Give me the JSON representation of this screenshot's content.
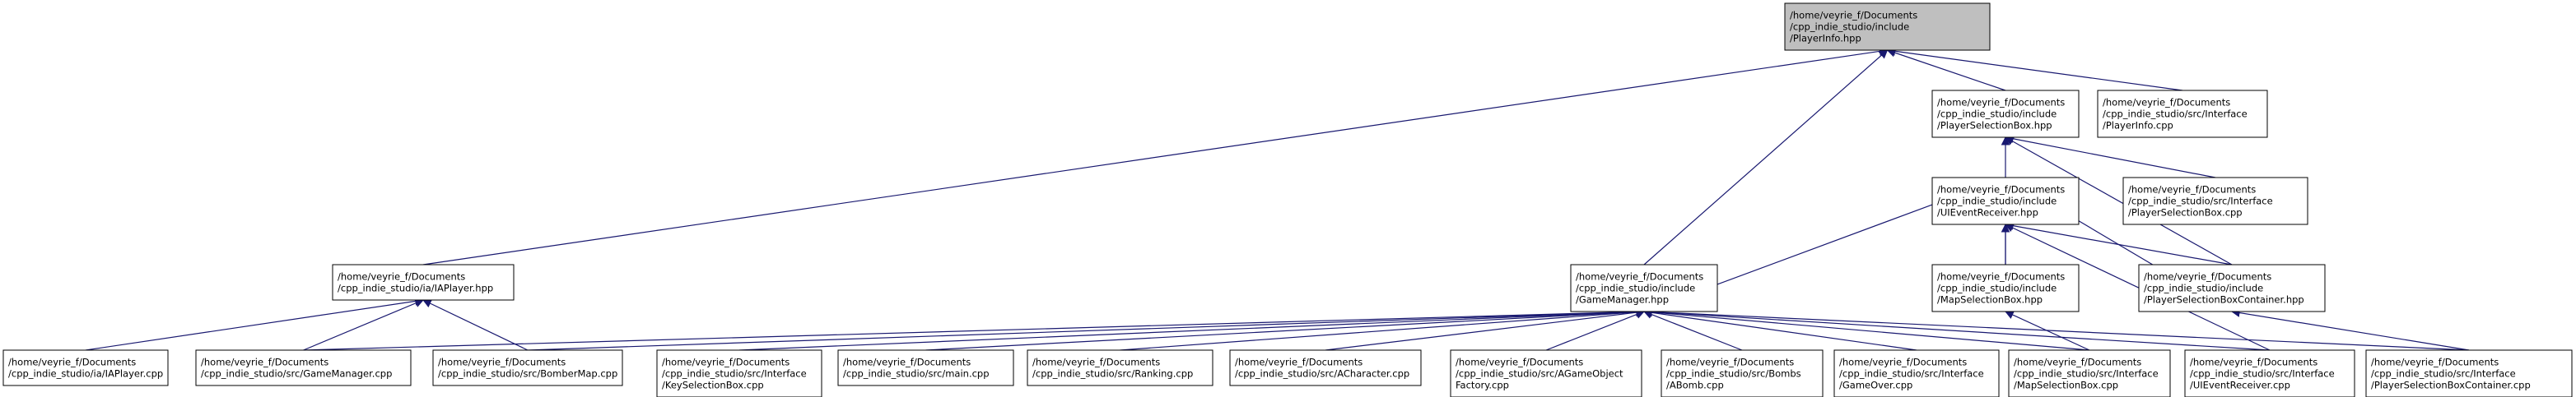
{
  "colors": {
    "root_fill": "#bfbfbf",
    "node_fill": "#ffffff",
    "border": "#000000",
    "edge": "#191970"
  },
  "nodes": [
    {
      "id": "n0",
      "label": [
        "/home/veyrie_f/Documents",
        "/cpp_indie_studio/include",
        "/PlayerInfo.hpp"
      ]
    },
    {
      "id": "n1",
      "label": [
        "/home/veyrie_f/Documents",
        "/cpp_indie_studio/ia/IAPlayer.hpp"
      ]
    },
    {
      "id": "n2",
      "label": [
        "/home/veyrie_f/Documents",
        "/cpp_indie_studio/include",
        "/GameManager.hpp"
      ]
    },
    {
      "id": "n3",
      "label": [
        "/home/veyrie_f/Documents",
        "/cpp_indie_studio/include",
        "/PlayerSelectionBox.hpp"
      ]
    },
    {
      "id": "n4",
      "label": [
        "/home/veyrie_f/Documents",
        "/cpp_indie_studio/src/Interface",
        "/PlayerInfo.cpp"
      ]
    },
    {
      "id": "n5",
      "label": [
        "/home/veyrie_f/Documents",
        "/cpp_indie_studio/include",
        "/UIEventReceiver.hpp"
      ]
    },
    {
      "id": "n6",
      "label": [
        "/home/veyrie_f/Documents",
        "/cpp_indie_studio/src/Interface",
        "/PlayerSelectionBox.cpp"
      ]
    },
    {
      "id": "n7",
      "label": [
        "/home/veyrie_f/Documents",
        "/cpp_indie_studio/include",
        "/MapSelectionBox.hpp"
      ]
    },
    {
      "id": "n8",
      "label": [
        "/home/veyrie_f/Documents",
        "/cpp_indie_studio/include",
        "/PlayerSelectionBoxContainer.hpp"
      ]
    },
    {
      "id": "n9",
      "label": [
        "/home/veyrie_f/Documents",
        "/cpp_indie_studio/ia/IAPlayer.cpp"
      ]
    },
    {
      "id": "n10",
      "label": [
        "/home/veyrie_f/Documents",
        "/cpp_indie_studio/src/GameManager.cpp"
      ]
    },
    {
      "id": "n11",
      "label": [
        "/home/veyrie_f/Documents",
        "/cpp_indie_studio/src/BomberMap.cpp"
      ]
    },
    {
      "id": "n12",
      "label": [
        "/home/veyrie_f/Documents",
        "/cpp_indie_studio/src/Interface",
        "/KeySelectionBox.cpp"
      ]
    },
    {
      "id": "n13",
      "label": [
        "/home/veyrie_f/Documents",
        "/cpp_indie_studio/src/main.cpp"
      ]
    },
    {
      "id": "n14",
      "label": [
        "/home/veyrie_f/Documents",
        "/cpp_indie_studio/src/Ranking.cpp"
      ]
    },
    {
      "id": "n15",
      "label": [
        "/home/veyrie_f/Documents",
        "/cpp_indie_studio/src/ACharacter.cpp"
      ]
    },
    {
      "id": "n16",
      "label": [
        "/home/veyrie_f/Documents",
        "/cpp_indie_studio/src/AGameObject",
        "Factory.cpp"
      ]
    },
    {
      "id": "n17",
      "label": [
        "/home/veyrie_f/Documents",
        "/cpp_indie_studio/src/Bombs",
        "/ABomb.cpp"
      ]
    },
    {
      "id": "n18",
      "label": [
        "/home/veyrie_f/Documents",
        "/cpp_indie_studio/src/Interface",
        "/GameOver.cpp"
      ]
    },
    {
      "id": "n19",
      "label": [
        "/home/veyrie_f/Documents",
        "/cpp_indie_studio/src/Interface",
        "/MapSelectionBox.cpp"
      ]
    },
    {
      "id": "n20",
      "label": [
        "/home/veyrie_f/Documents",
        "/cpp_indie_studio/src/Interface",
        "/UIEventReceiver.cpp"
      ]
    },
    {
      "id": "n21",
      "label": [
        "/home/veyrie_f/Documents",
        "/cpp_indie_studio/src/Interface",
        "/PlayerSelectionBoxContainer.cpp"
      ]
    }
  ],
  "edges": [
    [
      "n1",
      "n0"
    ],
    [
      "n2",
      "n0"
    ],
    [
      "n3",
      "n0"
    ],
    [
      "n4",
      "n0"
    ],
    [
      "n9",
      "n1"
    ],
    [
      "n10",
      "n1"
    ],
    [
      "n11",
      "n1"
    ],
    [
      "n10",
      "n2"
    ],
    [
      "n11",
      "n2"
    ],
    [
      "n12",
      "n2"
    ],
    [
      "n13",
      "n2"
    ],
    [
      "n14",
      "n2"
    ],
    [
      "n15",
      "n2"
    ],
    [
      "n16",
      "n2"
    ],
    [
      "n17",
      "n2"
    ],
    [
      "n18",
      "n2"
    ],
    [
      "n19",
      "n2"
    ],
    [
      "n20",
      "n2"
    ],
    [
      "n21",
      "n2"
    ],
    [
      "n5",
      "n2"
    ],
    [
      "n5",
      "n3"
    ],
    [
      "n6",
      "n3"
    ],
    [
      "n8",
      "n3"
    ],
    [
      "n7",
      "n5"
    ],
    [
      "n8",
      "n5"
    ],
    [
      "n20",
      "n5"
    ],
    [
      "n5",
      "n7"
    ],
    [
      "n19",
      "n7"
    ],
    [
      "n5",
      "n8"
    ],
    [
      "n21",
      "n8"
    ]
  ]
}
